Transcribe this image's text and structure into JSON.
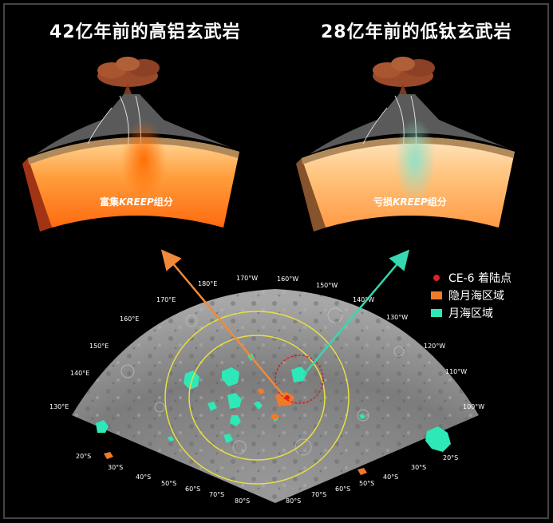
{
  "titles": {
    "left": "42亿年前的高铝玄武岩",
    "right": "28亿年前的低钛玄武岩"
  },
  "mantle_labels": {
    "left_prefix": "富集",
    "left_kreep": "KREEP",
    "left_suffix": "组分",
    "right_prefix": "亏损",
    "right_kreep": "KREEP",
    "right_suffix": "组分"
  },
  "legend": [
    {
      "label": "CE-6 着陆点",
      "color": "#e02020"
    },
    {
      "label": "隐月海区域",
      "color": "#f07a2a"
    },
    {
      "label": "月海区域",
      "color": "#2ee8b8"
    }
  ],
  "longitudes": [
    "180°E",
    "170°W",
    "160°W",
    "150°W",
    "140°W",
    "130°W",
    "120°W",
    "110°W",
    "100°W",
    "170°E",
    "160°E",
    "150°E",
    "140°E",
    "130°E"
  ],
  "latitudes_left": [
    "20°S",
    "30°S",
    "40°S",
    "50°S",
    "60°S",
    "70°S",
    "80°S"
  ],
  "latitudes_right": [
    "80°S",
    "70°S",
    "60°S",
    "50°S",
    "40°S",
    "30°S",
    "20°S"
  ],
  "colors": {
    "arrow_left": "#f08a3a",
    "arrow_right": "#35d8b0",
    "ellipse": "#e8e040",
    "landing_circle": "#d02020"
  }
}
